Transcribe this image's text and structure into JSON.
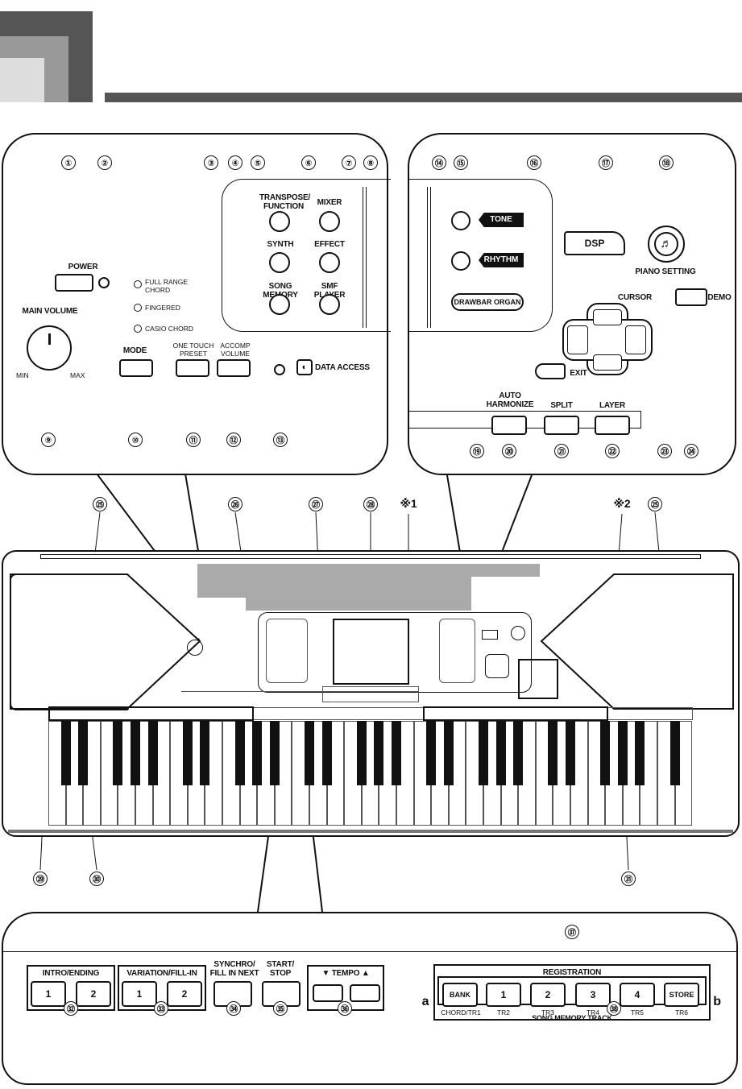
{
  "callouts": {
    "c1": "①",
    "c2": "②",
    "c3": "③",
    "c4": "④",
    "c5": "⑤",
    "c6": "⑥",
    "c7": "⑦",
    "c8": "⑧",
    "c9": "⑨",
    "c10": "⑩",
    "c11": "⑪",
    "c12": "⑫",
    "c13": "⑬",
    "c14": "⑭",
    "c15": "⑮",
    "c16": "⑯",
    "c17": "⑰",
    "c18": "⑱",
    "c19": "⑲",
    "c20": "⑳",
    "c21": "㉑",
    "c22": "㉒",
    "c23": "㉓",
    "c24": "㉔",
    "c25": "㉕",
    "c26": "㉖",
    "c27": "㉗",
    "c28": "㉘",
    "c29": "㉙",
    "c30": "㉚",
    "c31": "㉛",
    "c32": "㉜",
    "c33": "㉝",
    "c34": "㉞",
    "c35": "㉟",
    "c36": "㊱",
    "c37": "㊲",
    "c38": "㊳",
    "note1": "※1",
    "note2": "※2",
    "a": "a",
    "b": "b"
  },
  "left_panel": {
    "power": "POWER",
    "full_range": "FULL RANGE\nCHORD",
    "fingered": "FINGERED",
    "casio_chord": "CASIO CHORD",
    "main_volume": "MAIN VOLUME",
    "min": "MIN",
    "max": "MAX",
    "mode": "MODE",
    "one_touch": "ONE TOUCH\nPRESET",
    "accomp": "ACCOMP\nVOLUME",
    "data_access": "DATA ACCESS",
    "transpose": "TRANSPOSE/\nFUNCTION",
    "mixer": "MIXER",
    "synth": "SYNTH",
    "effect": "EFFECT",
    "song_memory": "SONG MEMORY",
    "smf_player": "SMF PLAYER"
  },
  "right_panel": {
    "tone": "TONE",
    "rhythm": "RHYTHM",
    "drawbar": "DRAWBAR ORGAN",
    "dsp": "DSP",
    "piano_setting": "PIANO SETTING",
    "cursor": "CURSOR",
    "demo": "DEMO",
    "exit": "EXIT",
    "auto_harmonize": "AUTO\nHARMONIZE",
    "split": "SPLIT",
    "layer": "LAYER"
  },
  "bottom_panel": {
    "intro_ending": "INTRO/ENDING",
    "variation": "VARIATION/FILL-IN",
    "synchro": "SYNCHRO/\nFILL IN NEXT",
    "start_stop": "START/\nSTOP",
    "tempo": "▼ TEMPO ▲",
    "registration": "REGISTRATION",
    "bank": "BANK",
    "store": "STORE",
    "one": "1",
    "two": "2",
    "three": "3",
    "four": "4",
    "chord_tr1": "CHORD/TR1",
    "tr2": "TR2",
    "tr3": "TR3",
    "tr4": "TR4",
    "tr5": "TR5",
    "tr6": "TR6",
    "song_memory_track": "SONG MEMORY TRACK"
  }
}
